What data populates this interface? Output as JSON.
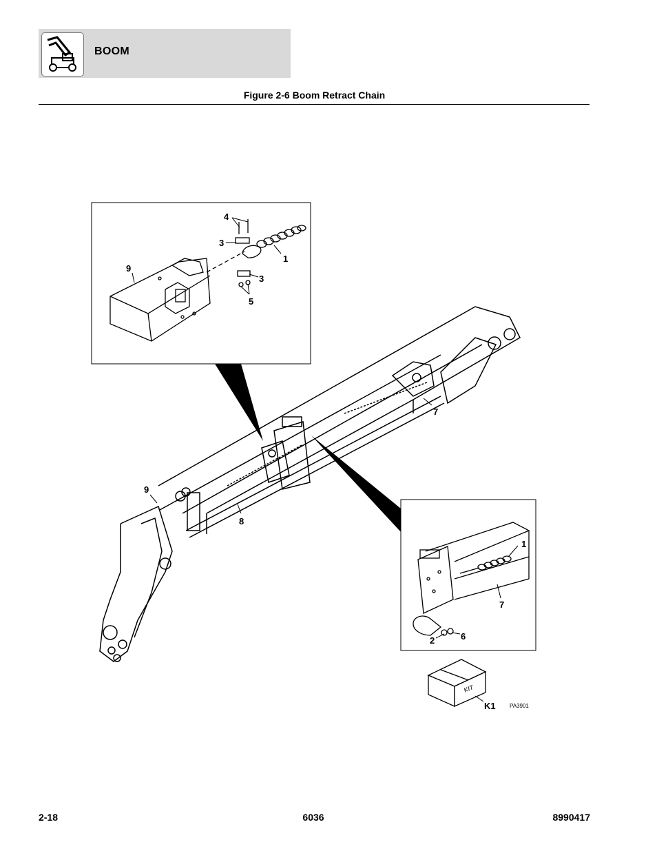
{
  "header": {
    "section_title": "BOOM",
    "logo_icon": "boom-machine-icon"
  },
  "figure": {
    "title": "Figure 2-6 Boom Retract Chain",
    "drawing_code": "PA3901",
    "kit_box_text": "KIT",
    "callouts": {
      "top_4": "4",
      "top_3a": "3",
      "top_1": "1",
      "top_9": "9",
      "top_3b": "3",
      "top_5": "5",
      "main_7": "7",
      "main_9": "9",
      "main_8": "8",
      "br_1": "1",
      "br_7": "7",
      "br_2": "2",
      "br_6": "6",
      "kit": "K1"
    }
  },
  "footer": {
    "page_number": "2-18",
    "model": "6036",
    "part_number": "8990417"
  }
}
